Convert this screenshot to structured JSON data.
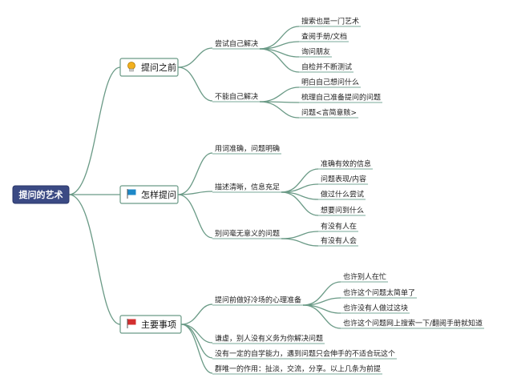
{
  "root": {
    "label": "提问的艺术"
  },
  "branches": [
    {
      "label": "提问之前",
      "icon": "lightbulb-icon",
      "children": [
        {
          "label": "尝试自己解决",
          "children": [
            "搜索也是一门艺术",
            "查阅手册/文档",
            "询问朋友",
            "自检并不断测试"
          ]
        },
        {
          "label": "不能自己解决",
          "children": [
            "明白自己想问什么",
            "梳理自己准备提问的问题",
            "问题<言简意赅>"
          ]
        }
      ]
    },
    {
      "label": "怎样提问",
      "icon": "blue-flag-icon",
      "children": [
        {
          "label": "用词准确，问题明确",
          "children": []
        },
        {
          "label": "描述清晰，信息充足",
          "children": [
            "准确有效的信息",
            "问题表现/内容",
            "做过什么尝试",
            "想要问到什么"
          ]
        },
        {
          "label": "别问毫无意义的问题",
          "children": [
            "有没有人在",
            "有没有人会"
          ]
        }
      ]
    },
    {
      "label": "主要事项",
      "icon": "red-flag-icon",
      "children": [
        {
          "label": "提问前做好冷场的心理准备",
          "children": [
            "也许别人在忙",
            "也许这个问题太简单了",
            "也许没有人做过这块",
            "也许这个问题网上搜索一下/翻阅手册就知道"
          ]
        },
        {
          "label": "谦虚，别人没有义务为你解决问题",
          "children": []
        },
        {
          "label": "没有一定的自学能力，遇到问题只会伸手的不适合玩这个",
          "children": []
        },
        {
          "label": "群唯一的作用：扯淡，交流，分享。以上几条为前提",
          "children": []
        }
      ]
    }
  ],
  "colors": {
    "connector": "#6a9a86",
    "root_fill": "#3b4a84",
    "flag_blue": "#1e88c8",
    "flag_red": "#d32f2f",
    "bulb": "#f2b01e"
  }
}
